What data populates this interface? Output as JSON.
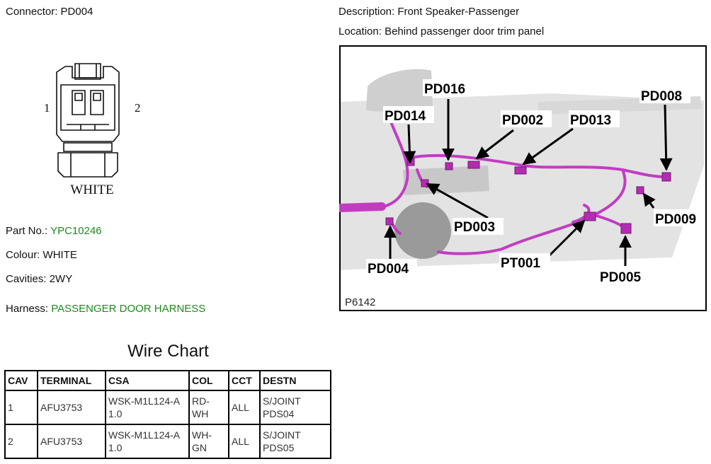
{
  "connector": {
    "label": "Connector:",
    "value": "PD004"
  },
  "description": {
    "label": "Description:",
    "value": "Front Speaker-Passenger"
  },
  "location": {
    "label": "Location:",
    "value": "Behind passenger door trim panel"
  },
  "connector_figure": {
    "pin_left": "1",
    "pin_right": "2",
    "color_label": "WHITE"
  },
  "part_no": {
    "label": "Part No.:",
    "value": "YPC10246"
  },
  "colour": {
    "label": "Colour:",
    "value": "WHITE"
  },
  "cavities": {
    "label": "Cavities:",
    "value": "2WY"
  },
  "harness": {
    "label": "Harness:",
    "value": "PASSENGER DOOR HARNESS"
  },
  "accent_green": "#1e8a1e",
  "harness_color": "#c23cc2",
  "wire_chart": {
    "title": "Wire Chart",
    "headers": [
      "CAV",
      "TERMINAL",
      "CSA",
      "COL",
      "CCT",
      "DESTN"
    ],
    "rows": [
      [
        "1",
        "AFU3753",
        "WSK-M1L124-A 1.0",
        "RD-WH",
        "ALL",
        "S/JOINT PDS04"
      ],
      [
        "2",
        "AFU3753",
        "WSK-M1L124-A 1.0",
        "WH-GN",
        "ALL",
        "S/JOINT PDS05"
      ]
    ]
  },
  "diagram": {
    "figure_id": "P6142",
    "callouts": {
      "pd016": "PD016",
      "pd014": "PD014",
      "pd002": "PD002",
      "pd013": "PD013",
      "pd008": "PD008",
      "pd003": "PD003",
      "pd009": "PD009",
      "pd004": "PD004",
      "pt001": "PT001",
      "pd005": "PD005"
    }
  }
}
